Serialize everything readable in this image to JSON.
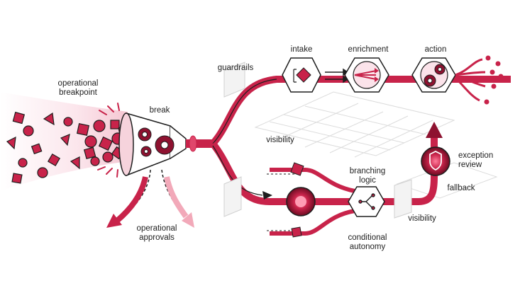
{
  "labels": {
    "operational_breakpoint_line1": "operational",
    "operational_breakpoint_line2": "breakpoint",
    "break": "break",
    "guardrails": "guardrails",
    "intake": "intake",
    "enrichment": "enrichment",
    "action": "action",
    "visibility_top": "visibility",
    "branching_logic_line1": "branching",
    "branching_logic_line2": "logic",
    "exception_review_line1": "exception",
    "exception_review_line2": "review",
    "fallback": "fallback",
    "visibility_bottom": "visibility",
    "conditional_autonomy_line1": "conditional",
    "conditional_autonomy_line2": "autonomy",
    "operational_approvals_line1": "operational",
    "operational_approvals_line2": "approvals"
  },
  "colors": {
    "primary": "#c8234a",
    "dark": "#8e1230",
    "light": "#f2a9b9",
    "pale": "#fbe3ea",
    "outline": "#1e1e1e"
  },
  "icons": [
    "gear-icon",
    "shield-icon",
    "funnel-icon",
    "branch-icon",
    "arrow-icon"
  ]
}
